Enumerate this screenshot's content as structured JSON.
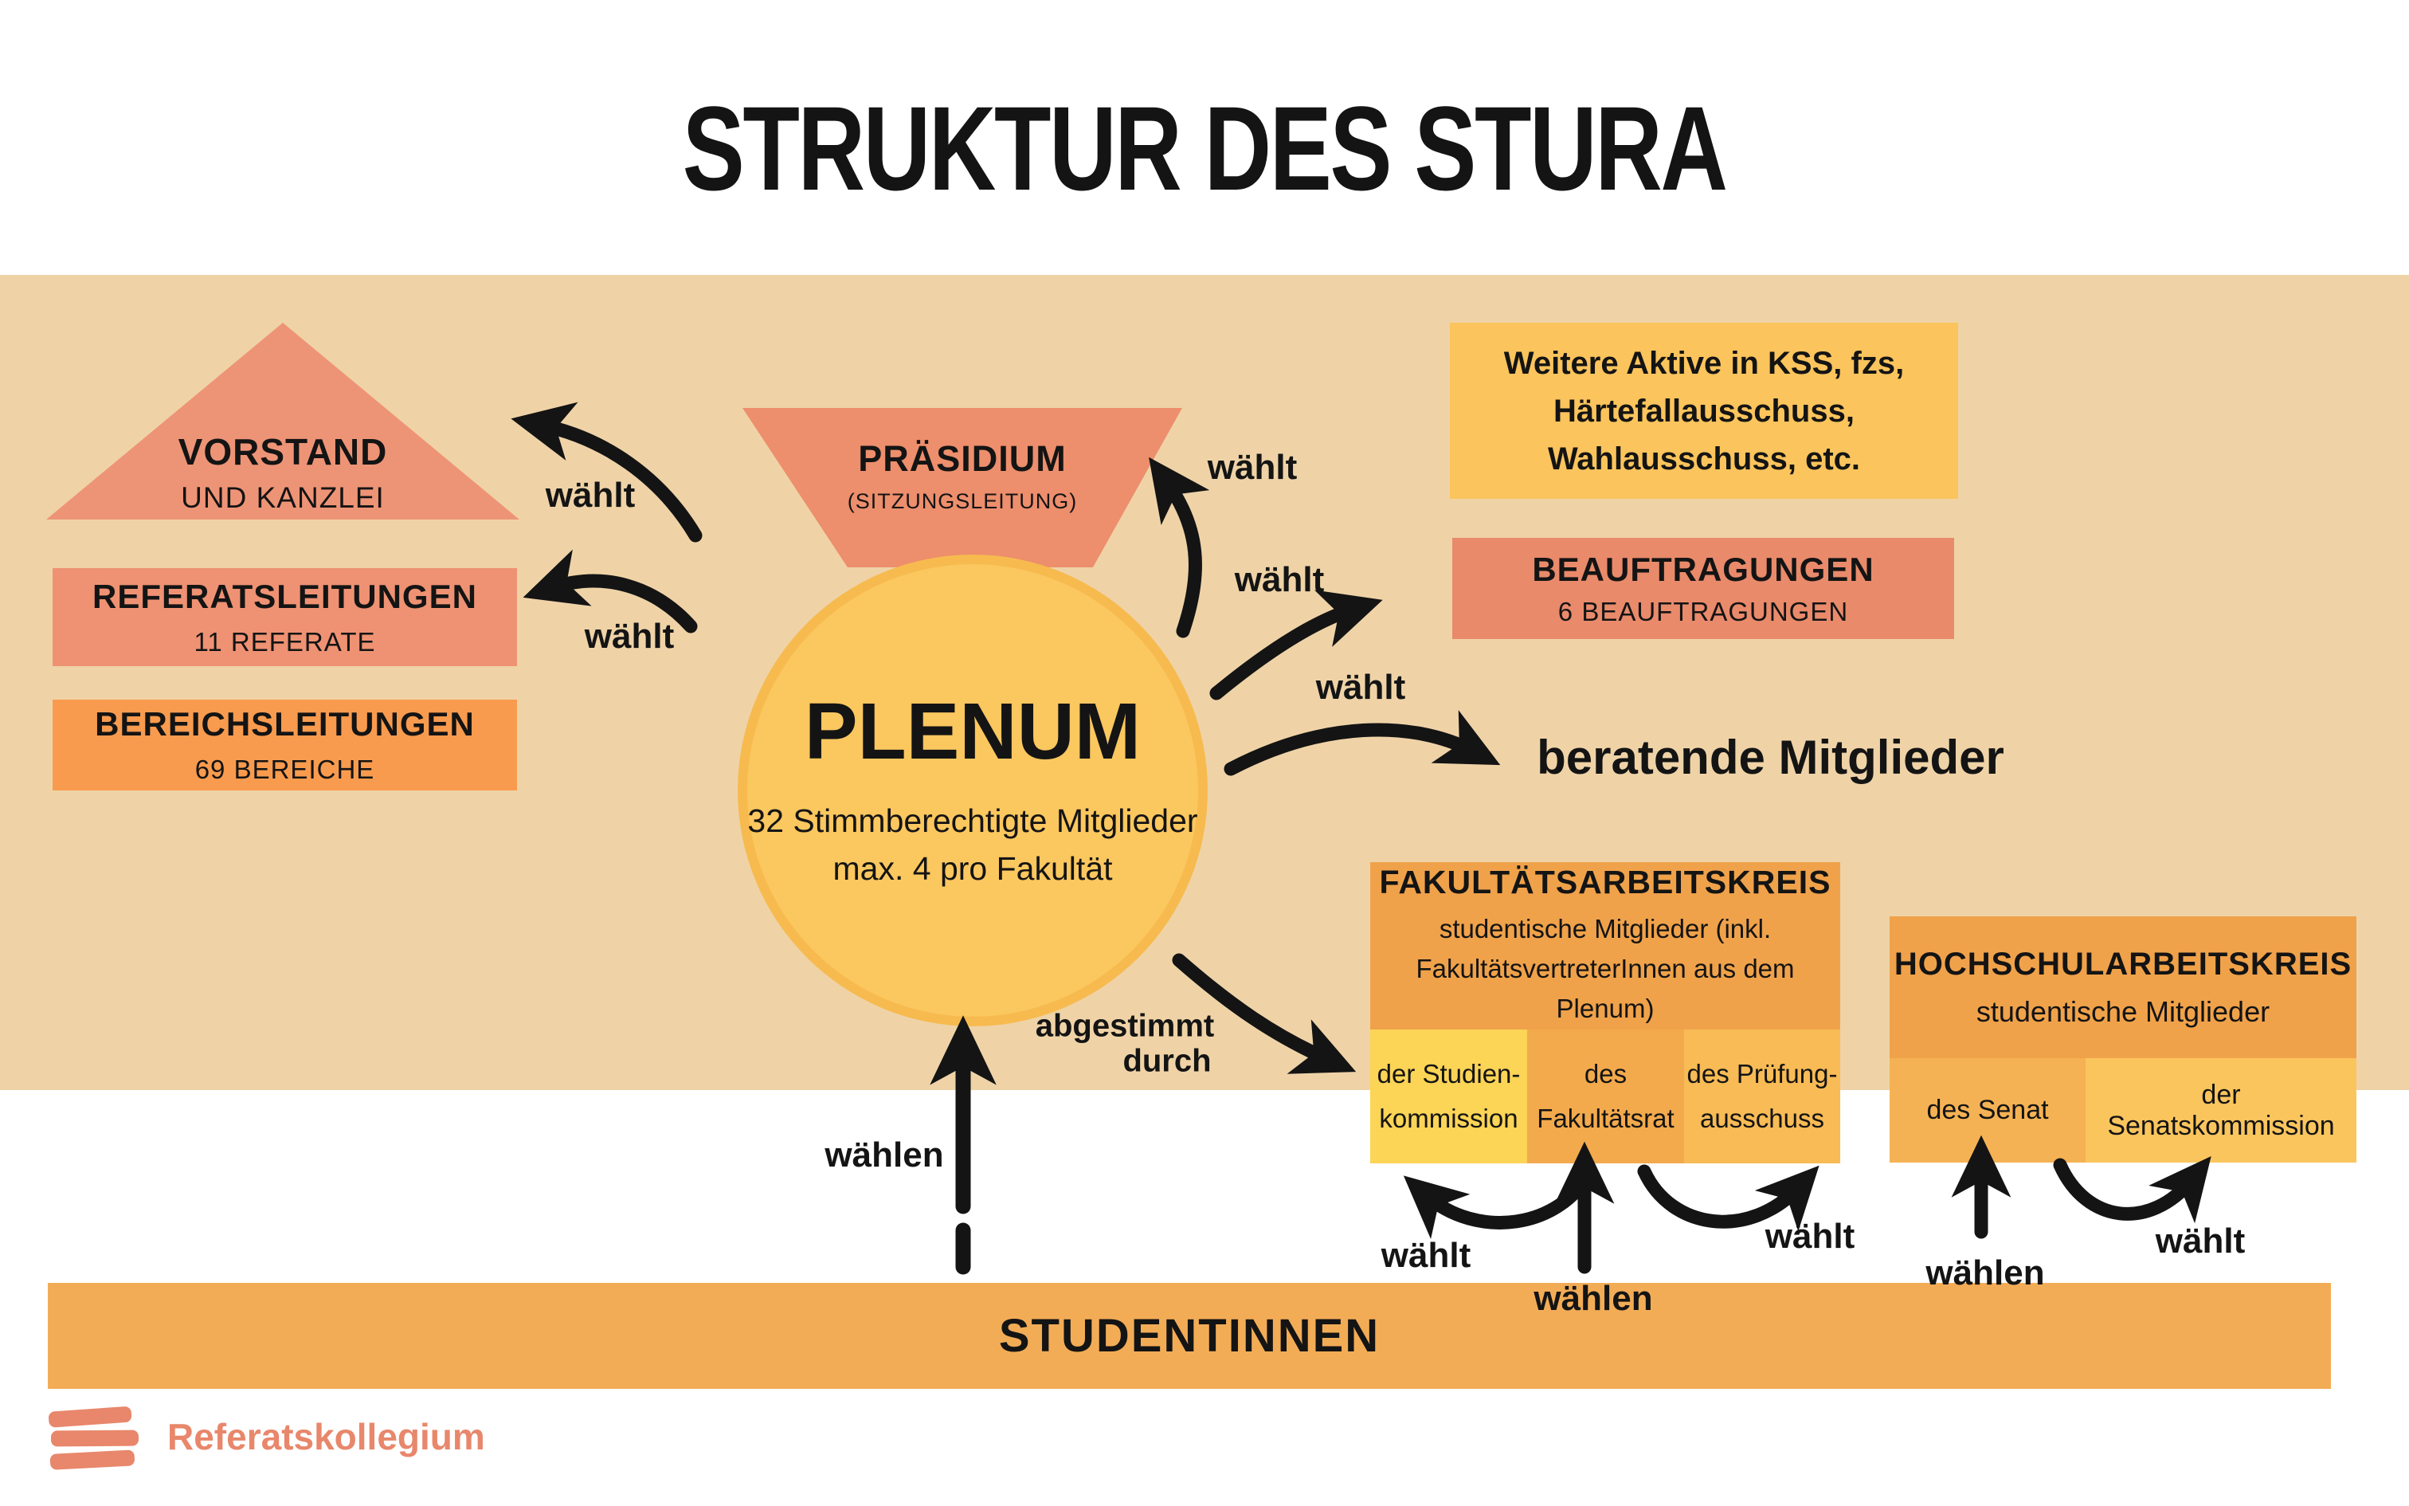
{
  "title": "STRUKTUR DES STURA",
  "vorstand": {
    "title": "VORSTAND",
    "subtitle": "UND KANZLEI"
  },
  "referatsleitungen": {
    "title": "REFERATSLEITUNGEN",
    "subtitle": "11 REFERATE"
  },
  "bereichsleitungen": {
    "title": "BEREICHSLEITUNGEN",
    "subtitle": "69 BEREICHE"
  },
  "praesidium": {
    "title": "PRÄSIDIUM",
    "subtitle": "(SITZUNGSLEITUNG)"
  },
  "plenum": {
    "title": "PLENUM",
    "line1": "32 Stimmberechtigte Mitglieder",
    "line2": "max. 4 pro Fakultät"
  },
  "weitere_aktive": {
    "line1": "Weitere Aktive in KSS, fzs,",
    "line2": "Härtefallausschuss,",
    "line3": "Wahlausschuss, etc."
  },
  "beauftragungen": {
    "title": "BEAUFTRAGUNGEN",
    "subtitle": "6 BEAUFTRAGUNGEN"
  },
  "beratende_mitglieder": "beratende Mitglieder",
  "fakultaetsarbeitskreis": {
    "title": "FAKULTÄTSARBEITSKREIS",
    "subtitle_line1": "studentische Mitglieder (inkl.",
    "subtitle_line2": "FakultätsvertreterInnen aus dem Plenum)",
    "cells": [
      {
        "line1": "der Studien-",
        "line2": "kommission"
      },
      {
        "line1": "des",
        "line2": "Fakultätsrat"
      },
      {
        "line1": "des Prüfung-",
        "line2": "ausschuss"
      }
    ]
  },
  "hochschularbeitskreis": {
    "title": "HOCHSCHULARBEITSKREIS",
    "subtitle": "studentische Mitglieder",
    "cells": [
      {
        "label": "des Senat"
      },
      {
        "label": "der Senatskommission"
      }
    ]
  },
  "labels": {
    "waehlt": "wählt",
    "waehlen": "wählen",
    "abgestimmt": "abgestimmt",
    "durch": "durch"
  },
  "studentinnen": "STUDENTINNEN",
  "logo_text": "Referatskollegium",
  "colors": {
    "band": "#EFD3A7",
    "salmon": "#EE9273",
    "salmon_dark": "#ED8E6C",
    "triangle": "#EE9476",
    "orange": "#F89B4E",
    "yellow_box": "#FBC45C",
    "circle_fill": "#FBC75F",
    "circle_rim": "#F7BA4F",
    "header_orange": "#F0A24A",
    "cell_yellow": "#FCD456",
    "cell_orange": "#F3AA4D",
    "cell_light_orange": "#F8BB55",
    "senat_cell": "#F5B254",
    "senatskommission_cell": "#FBC55E",
    "bottom_bar": "#F3AC56",
    "coral": "#E8876B",
    "text": "#141414"
  }
}
